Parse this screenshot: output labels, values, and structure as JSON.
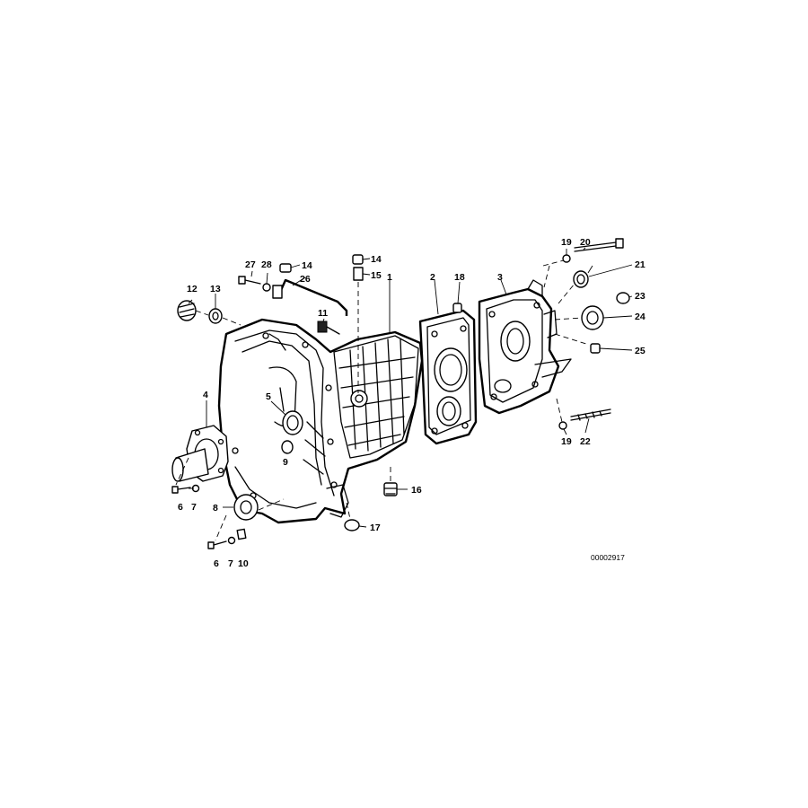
{
  "diagram": {
    "reference_code": "00002917",
    "callouts": {
      "c1": "1",
      "c2": "2",
      "c3": "3",
      "c4": "4",
      "c5": "5",
      "c6a": "6",
      "c6b": "6",
      "c7a": "7",
      "c7b": "7",
      "c8": "8",
      "c9": "9",
      "c10": "10",
      "c11": "11",
      "c12": "12",
      "c13": "13",
      "c14a": "14",
      "c14b": "14",
      "c15": "15",
      "c16": "16",
      "c17": "17",
      "c18": "18",
      "c19a": "19",
      "c19b": "19",
      "c20": "20",
      "c21": "21",
      "c22": "22",
      "c23": "23",
      "c24": "24",
      "c25": "25",
      "c26": "26",
      "c27": "27",
      "c28": "28"
    }
  }
}
